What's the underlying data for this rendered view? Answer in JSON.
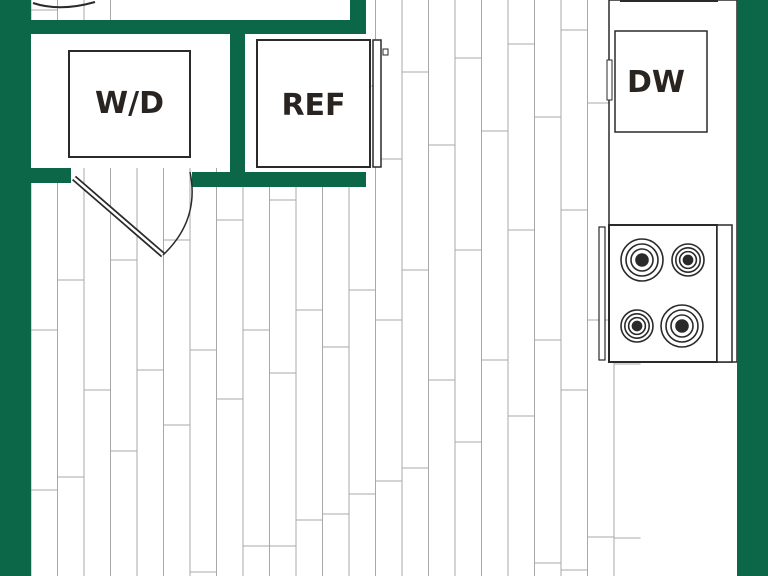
{
  "colors": {
    "wall": "#0c6648",
    "floor_line": "#a8a8a8",
    "fixture_stroke": "#2a2a2a",
    "label": "#2a2420",
    "background": "#ffffff"
  },
  "labels": {
    "washer_dryer": "W/D",
    "refrigerator": "REF",
    "dishwasher": "DW"
  }
}
